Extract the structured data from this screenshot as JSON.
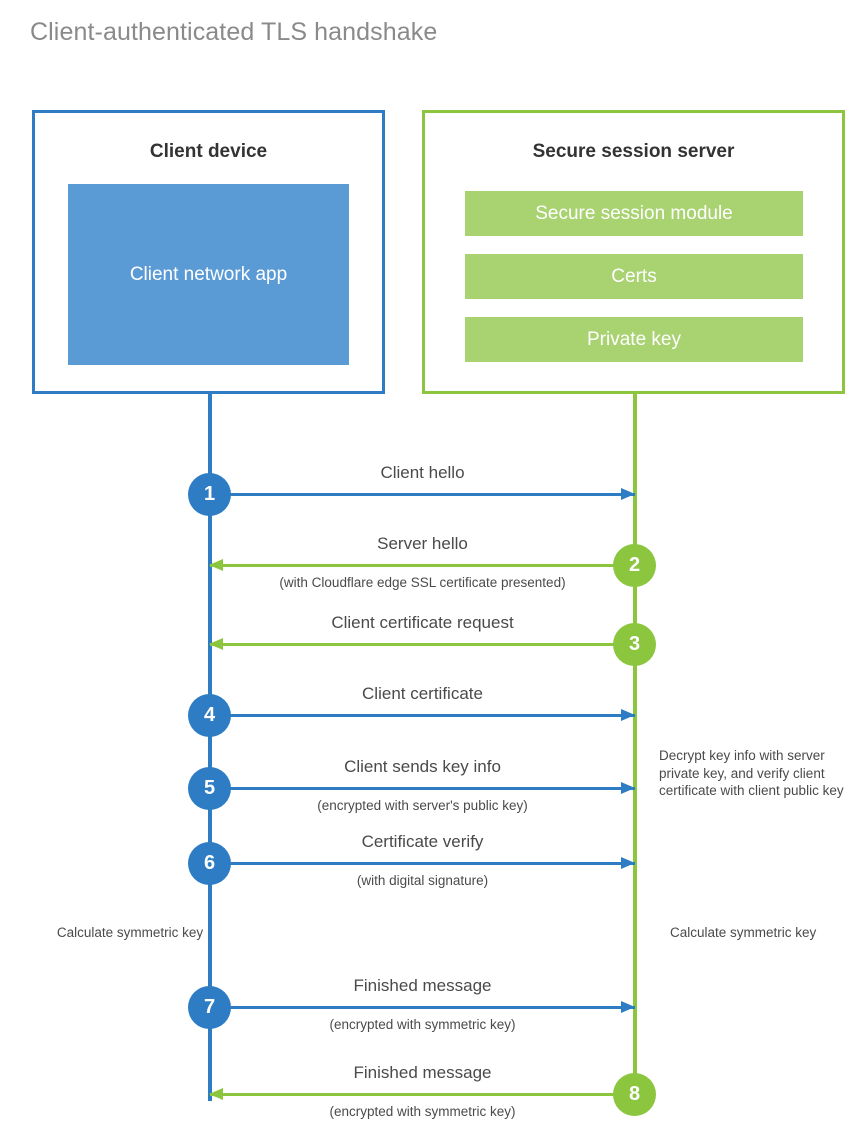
{
  "title": "Client-authenticated TLS handshake",
  "colors": {
    "client_blue": "#2e7cc4",
    "client_app_fill": "#5b9bd5",
    "server_green": "#8cc63f",
    "server_bar_fill": "#a9d271",
    "label_text": "#4a4a4a",
    "title_text": "#8a8a8a"
  },
  "client": {
    "title": "Client device",
    "app_label": "Client network app"
  },
  "server": {
    "title": "Secure session server",
    "modules": [
      {
        "label": "Secure session module"
      },
      {
        "label": "Certs"
      },
      {
        "label": "Private key"
      }
    ]
  },
  "steps": [
    {
      "number": "1",
      "label": "Client hello",
      "sublabel": "",
      "direction": "right",
      "color": "blue"
    },
    {
      "number": "2",
      "label": "Server hello",
      "sublabel": "(with Cloudflare edge SSL certificate presented)",
      "direction": "left",
      "color": "green"
    },
    {
      "number": "3",
      "label": "Client certificate request",
      "sublabel": "",
      "direction": "left",
      "color": "green"
    },
    {
      "number": "4",
      "label": "Client certificate",
      "sublabel": "",
      "direction": "right",
      "color": "blue"
    },
    {
      "number": "5",
      "label": "Client sends key info",
      "sublabel": "(encrypted with server's public key)",
      "direction": "right",
      "color": "blue"
    },
    {
      "number": "6",
      "label": "Certificate verify",
      "sublabel": "(with digital signature)",
      "direction": "right",
      "color": "blue"
    },
    {
      "number": "7",
      "label": "Finished message",
      "sublabel": "(encrypted with symmetric key)",
      "direction": "right",
      "color": "blue"
    },
    {
      "number": "8",
      "label": "Finished message",
      "sublabel": "(encrypted with symmetric key)",
      "direction": "left",
      "color": "green"
    }
  ],
  "annotations": {
    "server_decrypt": "Decrypt key info with server private key, and verify client certificate with client public key",
    "client_symmetric_key": "Calculate symmetric key",
    "server_symmetric_key": "Calculate symmetric key"
  }
}
